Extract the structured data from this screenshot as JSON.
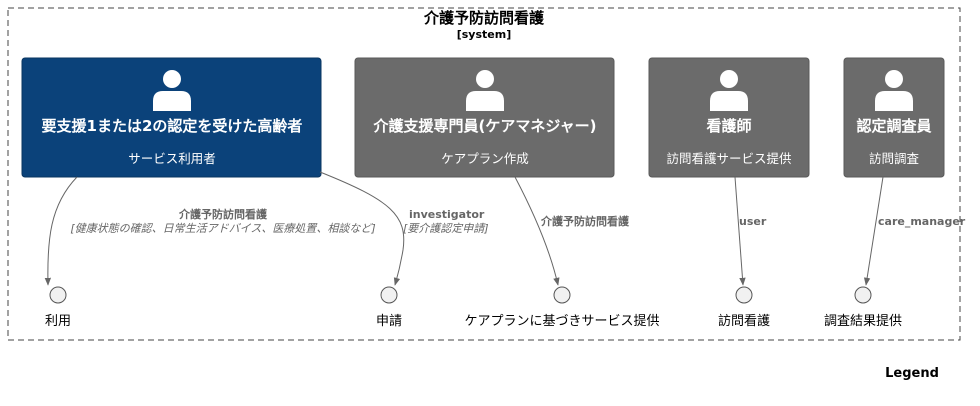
{
  "system": {
    "title": "介護予防訪問看護",
    "stereotype": "[system]"
  },
  "colors": {
    "primary_actor": "#0b427a",
    "actor": "#6b6b6b",
    "edge": "#666666",
    "usecase_fill": "#f1f1f1"
  },
  "actors": [
    {
      "id": "user",
      "name": "要支援1または2の認定を受けた高齢者",
      "desc": "サービス利用者"
    },
    {
      "id": "cm",
      "name": "介護支援専門員(ケアマネジャー)",
      "desc": "ケアプラン作成"
    },
    {
      "id": "nurse",
      "name": "看護師",
      "desc": "訪問看護サービス提供"
    },
    {
      "id": "inv",
      "name": "認定調査員",
      "desc": "訪問調査"
    }
  ],
  "usecases": [
    {
      "id": "use",
      "label": "利用"
    },
    {
      "id": "apply",
      "label": "申請"
    },
    {
      "id": "plan",
      "label": "ケアプランに基づきサービス提供"
    },
    {
      "id": "visit",
      "label": "訪問看護"
    },
    {
      "id": "result",
      "label": "調査結果提供"
    }
  ],
  "edges": [
    {
      "label": "介護予防訪問看護",
      "tech": "[健康状態の確認、日常生活アドバイス、医療処置、相談など]"
    },
    {
      "label": "investigator",
      "tech": "[要介護認定申請]"
    },
    {
      "label": "介護予防訪問看護",
      "tech": ""
    },
    {
      "label": "user",
      "tech": ""
    },
    {
      "label": "care_manager",
      "tech": ""
    }
  ],
  "legend": "Legend"
}
